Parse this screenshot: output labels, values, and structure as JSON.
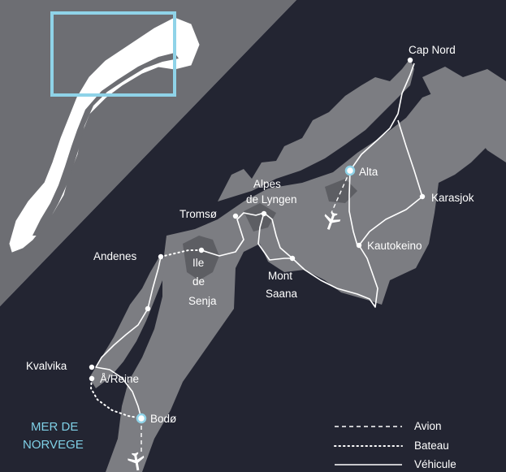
{
  "colors": {
    "sea": "#232532",
    "inset_background": "#6d6e73",
    "land": "#7c7d82",
    "land_dark": "#5d5e63",
    "route": "#ffffff",
    "highlight": "#8fd3e8",
    "sea_label": "#7fd0e6"
  },
  "places": {
    "cap_nord": "Cap Nord",
    "alta": "Alta",
    "karasjok": "Karasjok",
    "kautokeino": "Kautokeino",
    "alpes_line1": "Alpes",
    "alpes_line2": "de Lyngen",
    "tromso": "Tromsø",
    "andenes": "Andenes",
    "senja_line1": "Ile",
    "senja_line2": "de",
    "senja_line3": "Senja",
    "mont_line1": "Mont",
    "mont_line2": "Saana",
    "kvalvika": "Kvalvika",
    "reine": "Å/Reine",
    "bodo": "Bodø"
  },
  "sea_label": {
    "line1": "MER DE",
    "line2": "NORVEGE"
  },
  "legend": {
    "plane": "Avion",
    "boat": "Bateau",
    "vehicle": "Véhicule"
  },
  "icons": {
    "plane": "airplane-icon",
    "city_dot": "city-marker",
    "airport": "airport-marker"
  }
}
